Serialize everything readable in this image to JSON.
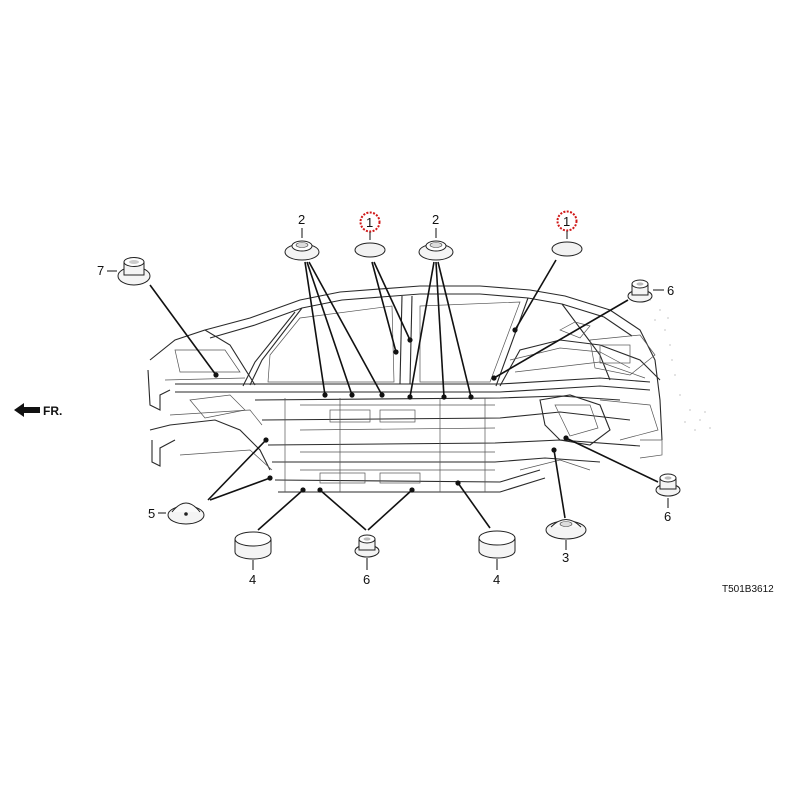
{
  "direction_label": "FR.",
  "drawing_code": "T501B3612",
  "highlight_color": "#d01818",
  "callouts": [
    {
      "id": "c2a",
      "number": "2",
      "part": "grommet-flanged"
    },
    {
      "id": "c1a",
      "number": "1",
      "part": "plug-flat",
      "highlighted": true
    },
    {
      "id": "c2b",
      "number": "2",
      "part": "grommet-flanged"
    },
    {
      "id": "c1b",
      "number": "1",
      "part": "plug-flat",
      "highlighted": true
    },
    {
      "id": "c7",
      "number": "7",
      "part": "grommet-tall"
    },
    {
      "id": "c6a",
      "number": "6",
      "part": "grommet-stepped"
    },
    {
      "id": "c5",
      "number": "5",
      "part": "plug-domed"
    },
    {
      "id": "c4a",
      "number": "4",
      "part": "plug-cap"
    },
    {
      "id": "c6b",
      "number": "6",
      "part": "grommet-stepped"
    },
    {
      "id": "c4b",
      "number": "4",
      "part": "plug-cap"
    },
    {
      "id": "c3",
      "number": "3",
      "part": "plug-domed-large"
    },
    {
      "id": "c6c",
      "number": "6",
      "part": "grommet-stepped"
    }
  ]
}
